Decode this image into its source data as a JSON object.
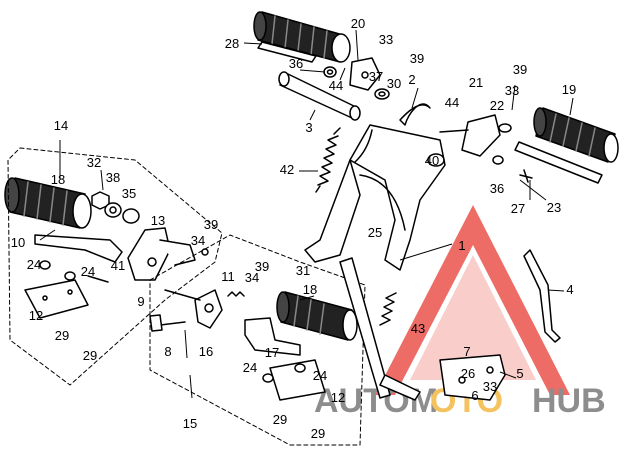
{
  "diagram": {
    "callouts": [
      "1",
      "2",
      "3",
      "4",
      "5",
      "6",
      "7",
      "8",
      "9",
      "10",
      "11",
      "12",
      "12",
      "13",
      "14",
      "15",
      "16",
      "17",
      "18",
      "18",
      "19",
      "20",
      "21",
      "22",
      "23",
      "24",
      "24",
      "24",
      "24",
      "25",
      "26",
      "27",
      "28",
      "29",
      "29",
      "29",
      "29",
      "30",
      "31",
      "32",
      "33",
      "33",
      "33",
      "34",
      "34",
      "35",
      "36",
      "36",
      "37",
      "38",
      "39",
      "39",
      "39",
      "39",
      "40",
      "41",
      "42",
      "43",
      "44",
      "44"
    ]
  },
  "watermark": {
    "text_auto": "AUTOM",
    "text_oto": "OTO",
    "text_hub": "HUB",
    "colors": {
      "red": "#e8443a",
      "gray": "#6e6e6e",
      "orange": "#f2b233"
    }
  }
}
